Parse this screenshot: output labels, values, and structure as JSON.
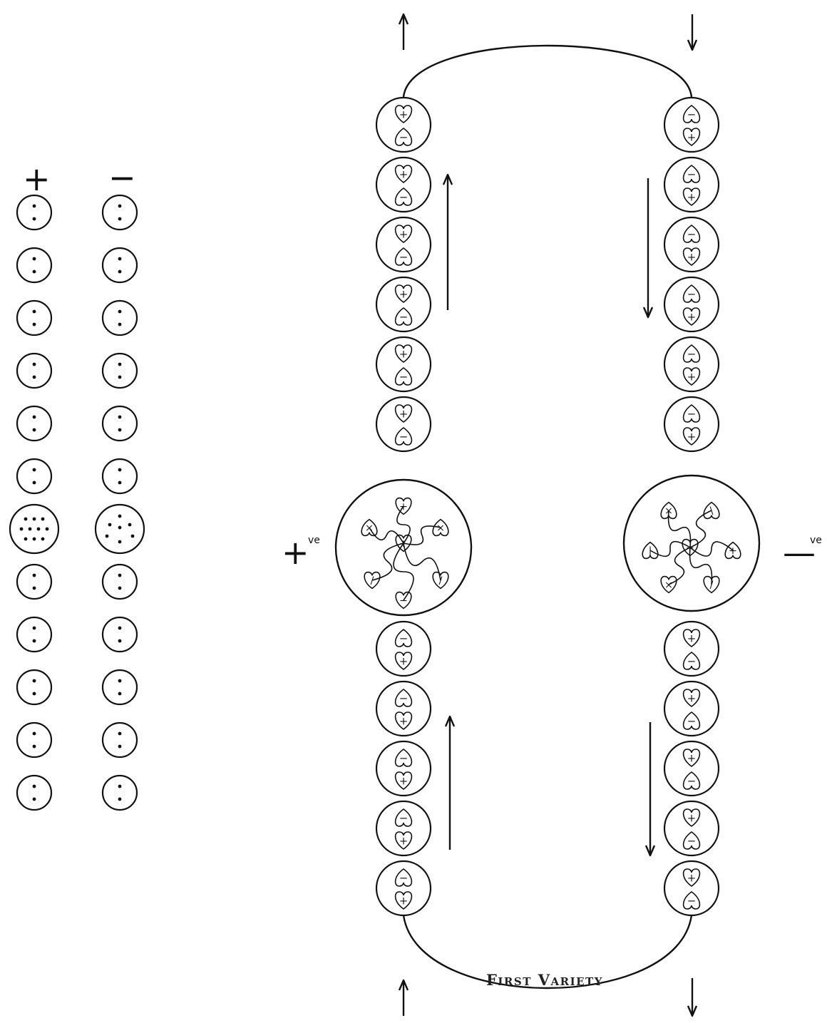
{
  "caption": "First Variety",
  "left_key": {
    "plus_header": "+",
    "minus_header": "−"
  },
  "center_labels": {
    "positive": "+",
    "positive_sup": "ve",
    "negative": "—",
    "negative_sup": "ve"
  },
  "beads": {
    "left_column_upper": [
      {
        "top": "+",
        "bottom": "−"
      },
      {
        "top": "+",
        "bottom": "−"
      },
      {
        "top": "+",
        "bottom": "−"
      },
      {
        "top": "+",
        "bottom": "−"
      },
      {
        "top": "+",
        "bottom": "−"
      },
      {
        "top": "+",
        "bottom": "−"
      }
    ],
    "left_column_lower": [
      {
        "top": "−",
        "bottom": "+"
      },
      {
        "top": "−",
        "bottom": "+"
      },
      {
        "top": "−",
        "bottom": "+"
      },
      {
        "top": "−",
        "bottom": "+"
      },
      {
        "top": "−",
        "bottom": "+"
      }
    ],
    "right_column_upper": [
      {
        "top": "−",
        "bottom": "+"
      },
      {
        "top": "−",
        "bottom": "+"
      },
      {
        "top": "−",
        "bottom": "+"
      },
      {
        "top": "−",
        "bottom": "+"
      },
      {
        "top": "−",
        "bottom": "+"
      },
      {
        "top": "−",
        "bottom": "+"
      }
    ],
    "right_column_lower": [
      {
        "top": "+",
        "bottom": "−"
      },
      {
        "top": "+",
        "bottom": "−"
      },
      {
        "top": "+",
        "bottom": "−"
      },
      {
        "top": "+",
        "bottom": "−"
      },
      {
        "top": "+",
        "bottom": "−"
      }
    ]
  },
  "positive_hub": {
    "inner": [
      {
        "symbol": "+"
      },
      {
        "symbol": "×"
      },
      {
        "symbol": "×"
      },
      {
        "symbol": "+"
      },
      {
        "symbol": "/"
      },
      {
        "symbol": "/"
      },
      {
        "symbol": "−"
      }
    ]
  },
  "negative_hub": {
    "inner": [
      {
        "symbol": "×"
      },
      {
        "symbol": "\\"
      },
      {
        "symbol": "|"
      },
      {
        "symbol": "−"
      },
      {
        "symbol": "+"
      },
      {
        "symbol": "×"
      },
      {
        "symbol": "/"
      }
    ]
  },
  "dot_key": {
    "rows": 12,
    "center_row_index": 6
  }
}
